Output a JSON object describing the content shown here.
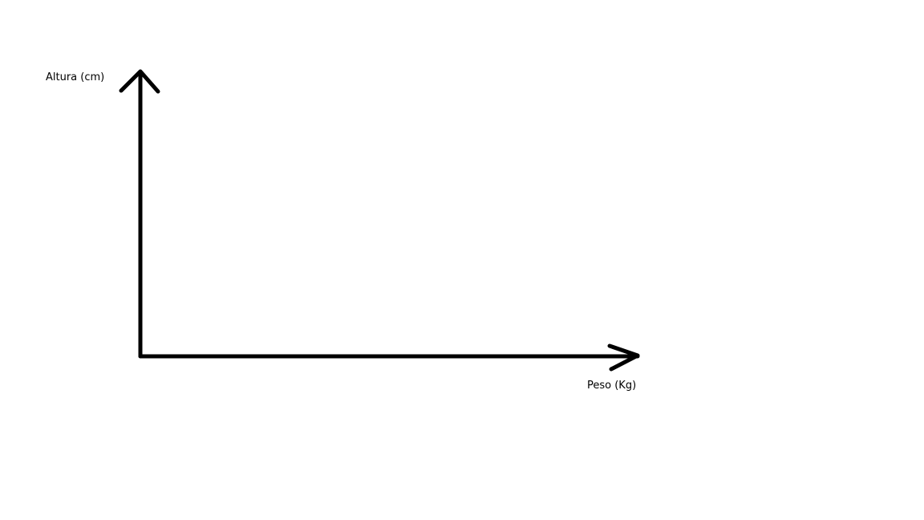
{
  "chart_data": {
    "type": "scatter",
    "title": "",
    "xlabel": "Peso (Kg)",
    "ylabel": "Altura (cm)",
    "series": [],
    "grid": false,
    "colors": {
      "axis": "#000000",
      "text": "#000000",
      "background": "#ffffff"
    }
  }
}
